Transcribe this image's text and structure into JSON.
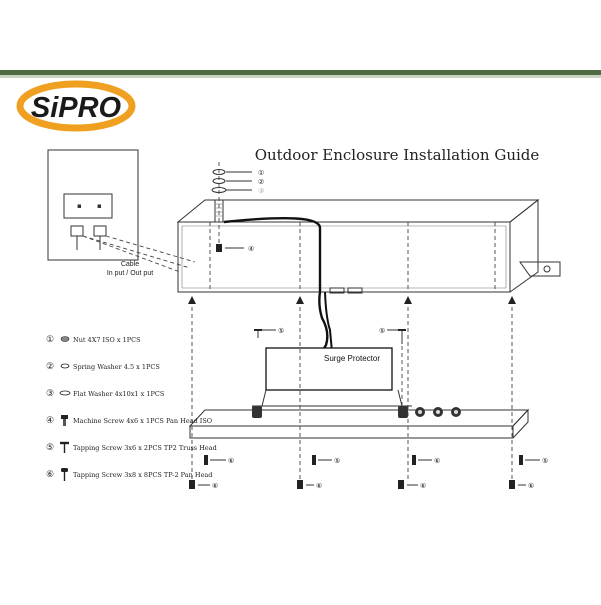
{
  "header": {
    "bar_color": "#4e6b42",
    "logo_text": "SiPRO",
    "logo_ring_color": "#f0a020",
    "logo_text_color": "#1a1a1a"
  },
  "title": "Outdoor Enclosure Installation Guide",
  "cable_label": {
    "line1": "Cable",
    "line2": "In put / Out put"
  },
  "surge_protector_label": "Surge Protector",
  "stack_labels": [
    "①",
    "②",
    "③",
    "④"
  ],
  "parts": [
    {
      "num": "①",
      "icon": "nut-icon",
      "text": "Nut 4X7 ISO x 1PCS"
    },
    {
      "num": "②",
      "icon": "spring-washer-icon",
      "text": "Spring Washer 4.5 x 1PCS"
    },
    {
      "num": "③",
      "icon": "flat-washer-icon",
      "text": "Flat Washer 4x10x1 x 1PCS"
    },
    {
      "num": "④",
      "icon": "machine-screw-icon",
      "text": "Machine Screw 4x6 x 1PCS Pan Head ISO"
    },
    {
      "num": "⑤",
      "icon": "tapping-screw-truss-icon",
      "text": "Tapping Screw 3x6 x 2PCS TP2 Truss Head"
    },
    {
      "num": "⑥",
      "icon": "tapping-screw-pan-icon",
      "text": "Tapping Screw 3x8 x 8PCS TP-2 Pan Head"
    }
  ],
  "callouts": {
    "screw4": "④",
    "sp_left": "⑤",
    "sp_right": "⑤",
    "plate_row": [
      "⑥",
      "⑤",
      "⑥",
      "⑤"
    ],
    "bottom_row": [
      "⑥",
      "⑥",
      "⑥",
      "⑥"
    ]
  }
}
